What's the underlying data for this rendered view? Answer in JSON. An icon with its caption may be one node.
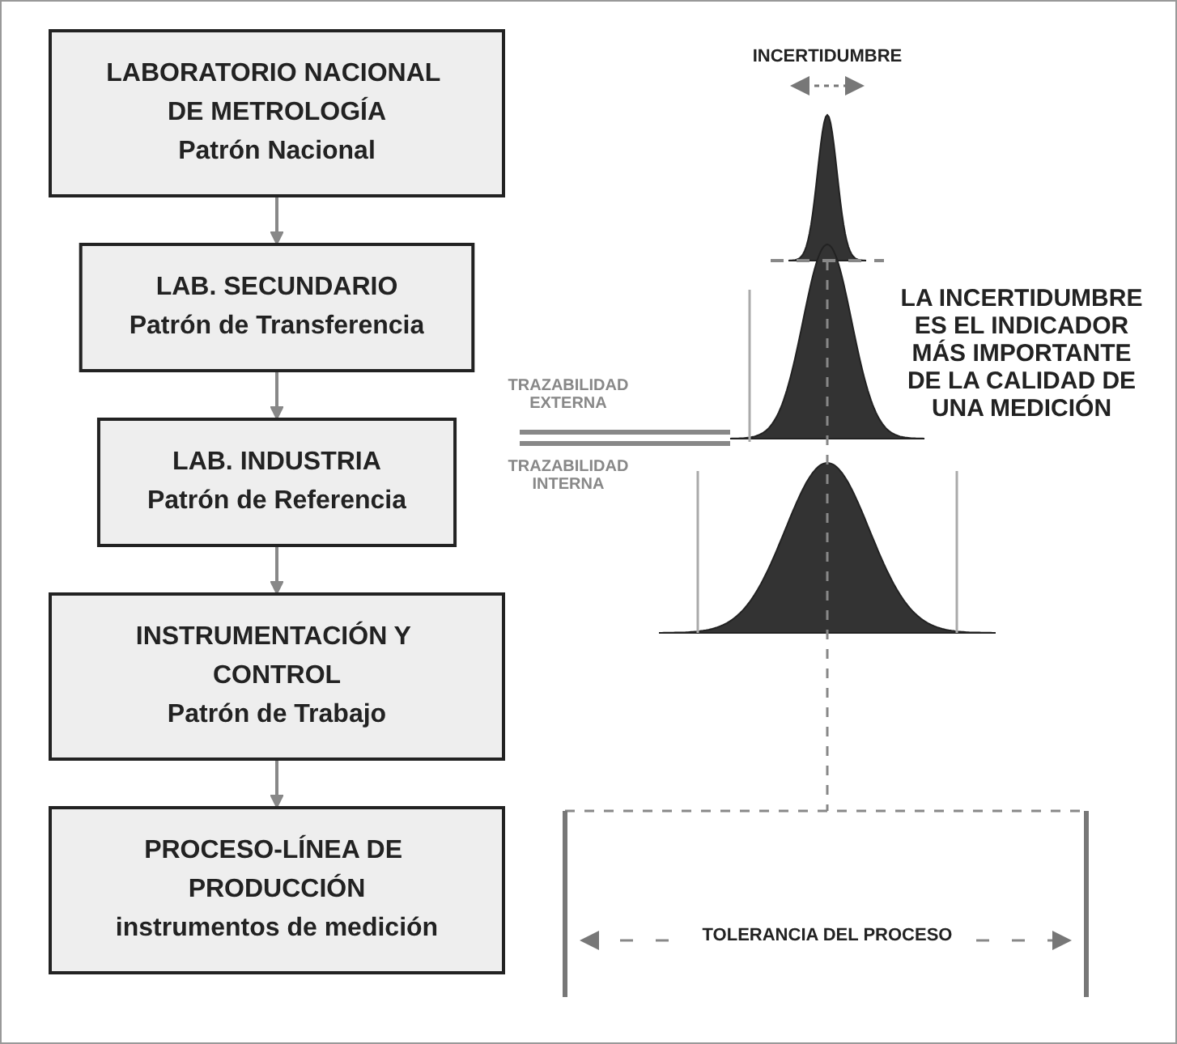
{
  "diagram": {
    "nodes": [
      {
        "text": [
          "LABORATORIO NACIONAL DE METROLOGÍA",
          "Patrón Nacional"
        ]
      },
      {
        "text": [
          "LAB. SECUNDARIO",
          "Patrón de Transferencia"
        ]
      },
      {
        "text": [
          "LAB. INDUSTRIA",
          "Patrón de Referencia"
        ]
      },
      {
        "text": [
          "INSTRUMENTACIÓN Y CONTROL",
          "Patrón de Trabajo"
        ]
      },
      {
        "text": [
          "PROCESO-LÍNEA DE PRODUCCIÓN",
          "instrumentos de medición"
        ]
      }
    ],
    "edges": [
      {
        "from": 0,
        "to": 1,
        "arrow": "to"
      },
      {
        "from": 1,
        "to": 2,
        "arrow": "to"
      },
      {
        "from": 2,
        "to": 3,
        "arrow": "to"
      },
      {
        "from": 3,
        "to": 4,
        "arrow": "to"
      }
    ],
    "labels": [
      "INCERTIDUMBRE",
      "TRAZABILIDAD EXTERNA",
      "TRAZABILIDAD INTERNA",
      "LA INCERTIDUMBRE ES EL INDICADOR MÁS IMPORTANTE DE LA CALIDAD DE UNA MEDICIÓN",
      "TOLERANCIA DEL PROCESO"
    ]
  }
}
